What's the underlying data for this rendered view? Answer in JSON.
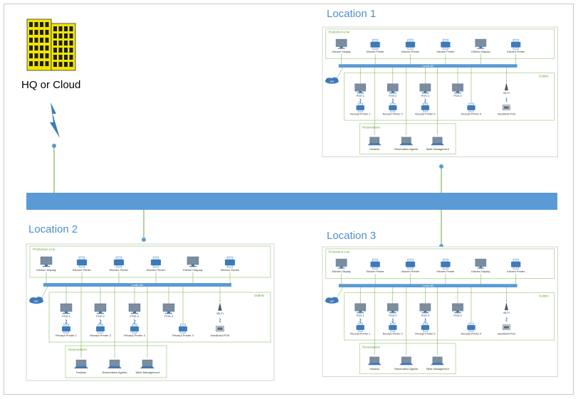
{
  "hq": {
    "label": "HQ or Cloud"
  },
  "colors": {
    "backbone": "#5b9bd5",
    "title": "#4f8fcb",
    "link": "#6aa33c",
    "zone_border": "#a9d18e",
    "device": "#3d7ab8",
    "building": "#f2e600",
    "lightning": "#3d7ab8"
  },
  "icons": {
    "hq": "office-building-icon",
    "wan_link": "lightning-bolt-icon",
    "display": "monitor-icon",
    "printer": "printer-icon",
    "laptop": "laptop-icon",
    "wifi": "wifi-antenna-icon",
    "handheld": "handheld-pos-icon",
    "isp": "cloud-icon"
  },
  "locations": [
    {
      "title": "Location 1"
    },
    {
      "title": "Location 2"
    },
    {
      "title": "Location 3"
    }
  ],
  "location_template": {
    "isp_label": "ISP",
    "lan_label": "Local LAN",
    "production": {
      "label": "Production Line",
      "devices": [
        {
          "type": "display",
          "label": "Kitchen Display"
        },
        {
          "type": "printer",
          "label": "Kitchen Printer"
        },
        {
          "type": "printer",
          "label": "Kitchen Printer"
        },
        {
          "type": "printer",
          "label": "Kitchen Printer"
        },
        {
          "type": "display",
          "label": "Kitchen Display"
        },
        {
          "type": "printer",
          "label": "Kitchen Printer"
        }
      ]
    },
    "outlets": {
      "label": "Outlets",
      "pos": [
        {
          "label": "POS 1",
          "printer": "Receipt Printer 1"
        },
        {
          "label": "POS 2",
          "printer": "Receipt Printer 2"
        },
        {
          "label": "POS 3",
          "printer": "Receipt Printer 3"
        },
        {
          "label": "POS 4",
          "printer": "Receipt Printer 4"
        }
      ],
      "wifi_label": "Wi-Fi",
      "handheld_label": "Handheld POS"
    },
    "reservations": {
      "label": "Reservations",
      "devices": [
        "Hostess",
        "Reservation Agents",
        "Table Management"
      ]
    }
  }
}
